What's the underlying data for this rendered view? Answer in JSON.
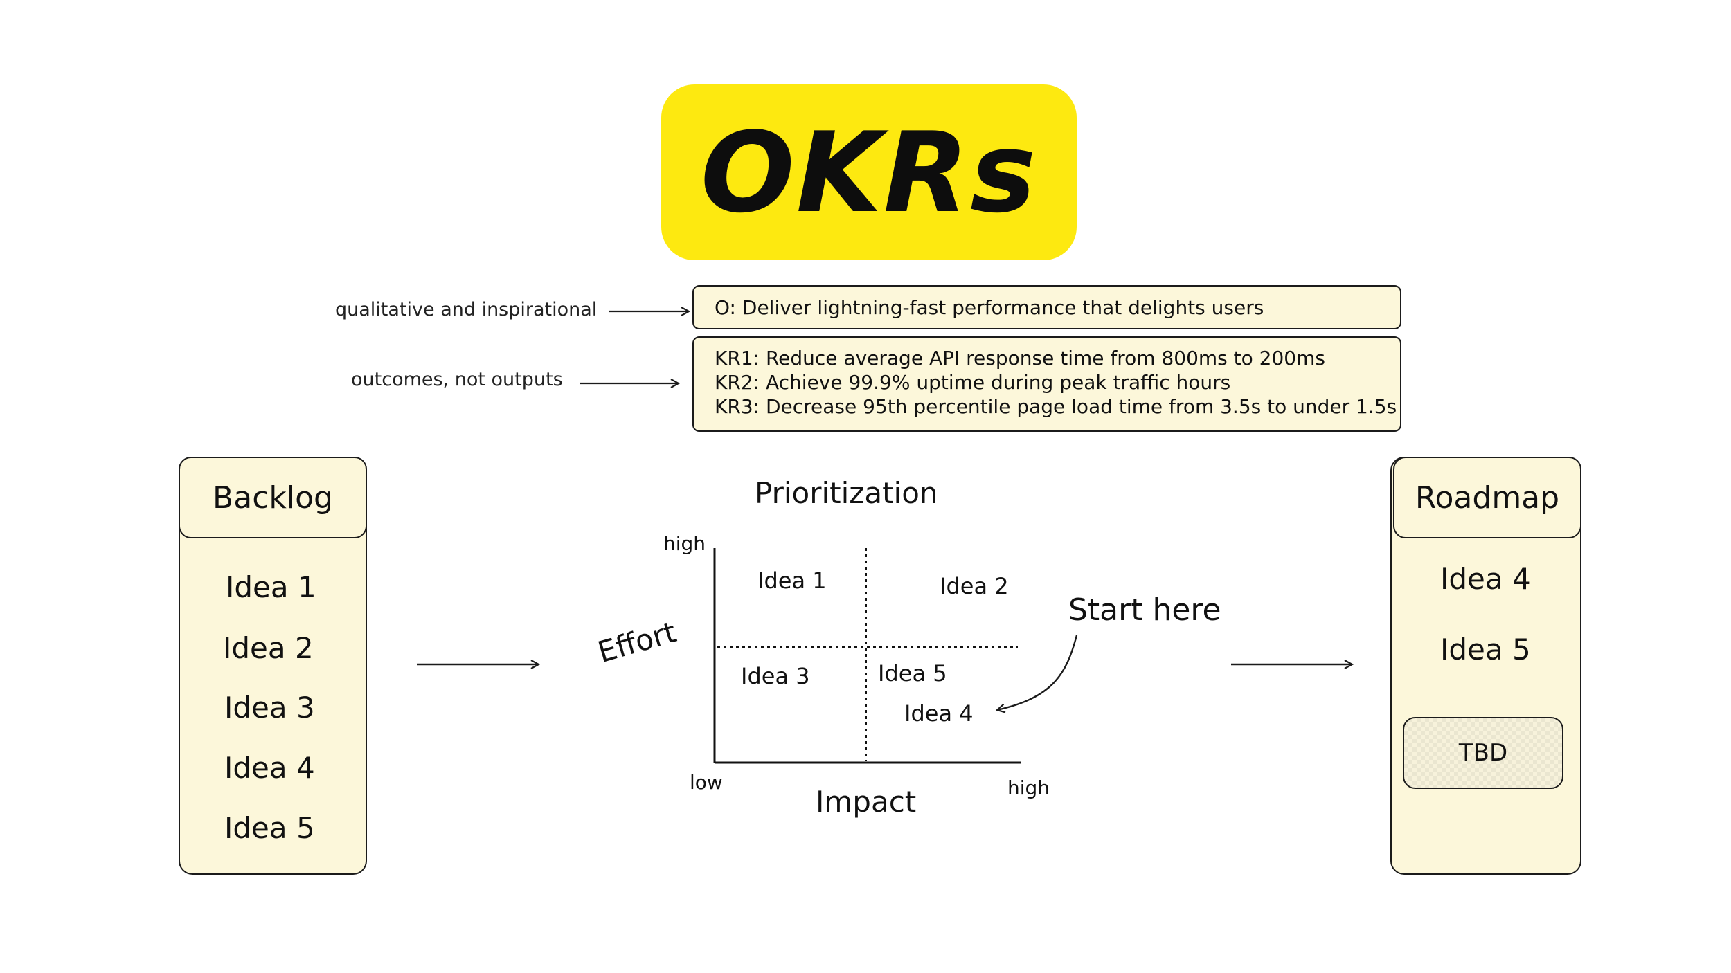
{
  "title": "OKRs",
  "annotations": {
    "objective_note": "qualitative and inspirational",
    "kr_note": "outcomes, not outputs"
  },
  "objective": "O: Deliver lightning-fast performance that delights users",
  "key_results": [
    "KR1: Reduce average API response time from 800ms to 200ms",
    "KR2: Achieve 99.9% uptime during peak traffic hours",
    "KR3: Decrease 95th percentile page load time from 3.5s to under 1.5s"
  ],
  "backlog": {
    "title": "Backlog",
    "items": [
      "Idea 1",
      "Idea 2",
      "Idea 3",
      "Idea 4",
      "Idea 5"
    ]
  },
  "prioritization": {
    "title": "Prioritization",
    "y_axis_label": "Effort",
    "x_axis_label": "Impact",
    "y_high": "high",
    "x_low": "low",
    "x_high": "high",
    "ideas": [
      "Idea 1",
      "Idea 2",
      "Idea 3",
      "Idea 5",
      "Idea 4"
    ],
    "callout": "Start here"
  },
  "roadmap": {
    "title": "Roadmap",
    "items": [
      "Idea 4",
      "Idea 5"
    ],
    "placeholder": "TBD"
  },
  "colors": {
    "title_bg": "#fde910",
    "card_bg": "#fcf7da",
    "stroke": "#1b1b1b"
  }
}
